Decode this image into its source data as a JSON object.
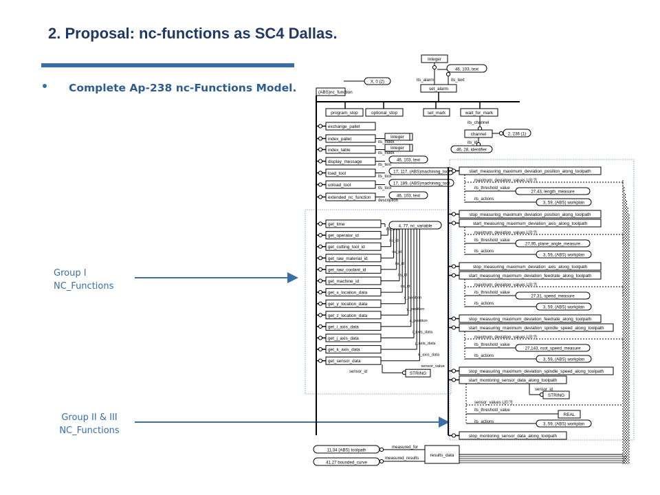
{
  "slide": {
    "title": "2. Proposal: nc-functions as SC4 Dallas.",
    "bullet": "Complete Ap-238 nc-Functions Model."
  },
  "groups": {
    "group1": [
      "Group I",
      "NC_Functions"
    ],
    "group2": [
      "Group II & III",
      "NC_Functions"
    ]
  },
  "colors": {
    "title": "#1f3864",
    "accent": "#3a6ea5",
    "bullet_text": "#2f5c8f"
  },
  "diagram": {
    "top": {
      "integer": "Integer",
      "ref_46_103_text_top": "46, 103, text",
      "its_alarm": "its_alarm",
      "its_text_top": "its_text",
      "set_alarm": "set_alarm",
      "x_ref": "X, 0 (2)",
      "nc_function": "(ABS)nc_function"
    },
    "header_row": {
      "program_stop": "program_stop",
      "optional_stop": "optional_stop",
      "set_mark": "set_mark",
      "wait_for_mark": "wait_for_mark",
      "its_channel": "its_channel",
      "channel": "channel",
      "channel_ref": "2, 236 (1)",
      "its_id": "its_id",
      "identifier_ref": "46, 28, identifier"
    },
    "group1_upper": [
      {
        "box": "exchange_pallet"
      },
      {
        "box": "index_pallet",
        "attr": "its_index",
        "target": "Integer"
      },
      {
        "box": "index_table",
        "attr": "its_index",
        "target": "Integer"
      },
      {
        "box": "display_message",
        "attr": "its_text",
        "target": "46, 103, text"
      },
      {
        "box": "load_tool",
        "attr": "its_tool",
        "target": "17, 117, (ABS)machining_tool"
      },
      {
        "box": "unload_tool",
        "attr": "its_tool",
        "target": "17, 189, (ABS)machining_tool"
      },
      {
        "box": "extended_nc_function",
        "attr": "description",
        "target": "46, 103, text"
      }
    ],
    "group1_get": [
      {
        "box": "get_time",
        "attr": "its_time"
      },
      {
        "box": "get_operator_id",
        "attr": "its_id"
      },
      {
        "box": "get_cutting_tool_id",
        "attr": "its_id"
      },
      {
        "box": "get_raw_material_id",
        "attr": "its_id"
      },
      {
        "box": "get_raw_coolant_id",
        "attr": "its_id"
      },
      {
        "box": "get_machine_id",
        "attr": "its_id"
      },
      {
        "box": "get_x_location_data",
        "attr": "x_position"
      },
      {
        "box": "get_y_location_data",
        "attr": "y_position"
      },
      {
        "box": "get_z_location_data",
        "attr": "z_position"
      },
      {
        "box": "get_i_axis_data",
        "attr": "i_axis_data"
      },
      {
        "box": "get_j_axis_data",
        "attr": "j_axis_data"
      },
      {
        "box": "get_k_axis_data",
        "attr": "k_axis_data"
      },
      {
        "box": "get_sensor_data",
        "attr": "sensor_value"
      }
    ],
    "nc_variable": "4, 77, nc_variable",
    "sensor_id": "sensor_id",
    "string": "STRING",
    "group2": [
      {
        "box": "start_measuring_maximum_deviation_position_along_toolpath",
        "values": "maximum_deviation_values L[0:?]",
        "threshold": "its_threshold_value",
        "measure": "27,43, length_measure",
        "actions": "its_actions",
        "workplan": "3, 59, (ABS) workplan"
      },
      {
        "box": "stop_measuring_maximum_deviation_position_along_toolpath"
      },
      {
        "box": "start_measuring_maximum_deviation_axis_along_toolpath",
        "values": "maximum_deviation_values L[0:?]",
        "threshold": "its_threshold_value",
        "measure": "27,95, plane_angle_measure",
        "actions": "its_actions",
        "workplan": "3, 59, (ABS) workplan"
      },
      {
        "box": "stop_measuring_maximum_deviation_axis_along_toolpath"
      },
      {
        "box": "start_measuring_maximum_deviation_feedrate_along_toolpath",
        "values": "maximum_deviation_values L[0:?]",
        "threshold": "its_threshold_value",
        "measure": "27,31, speed_measure",
        "actions": "its_actions",
        "workplan": "3, 59, (ABS) workplan"
      },
      {
        "box": "stop_measuring_maximum_deviation_feedrate_along_toolpath"
      },
      {
        "box": "start_measuring_maximum_deviation_spindle_speed_along_toolpath",
        "values": "maximum_deviation_values L[0:?]",
        "threshold": "its_threshold_value",
        "measure": "27,143, root_speed_measure",
        "actions": "its_actions",
        "workplan": "3, 59, (ABS) workplan"
      },
      {
        "box": "stop_measuring_maximum_deviation_spindle_speed_along_toolpath"
      }
    ],
    "monitoring": {
      "start": "start_montoring_sensor_data_along_toolpath",
      "sensor_id": "sensor_id",
      "string": "STRING",
      "sensor_values": "sensor_values L[0:?]",
      "threshold": "its_threshold_value",
      "real": "REAL",
      "actions": "its_actions",
      "workplan": "3, 59, (ABS) workplan",
      "stop": "stop_montoring_sensor_data_along_toolpath"
    },
    "bottom": {
      "toolpath": "11,34 (ABS) toolpath",
      "measured_for": "measured_for",
      "bounded_curve": "41,27 bounded_curve",
      "measured_results": "measured_results",
      "results_data": "results_data"
    }
  }
}
